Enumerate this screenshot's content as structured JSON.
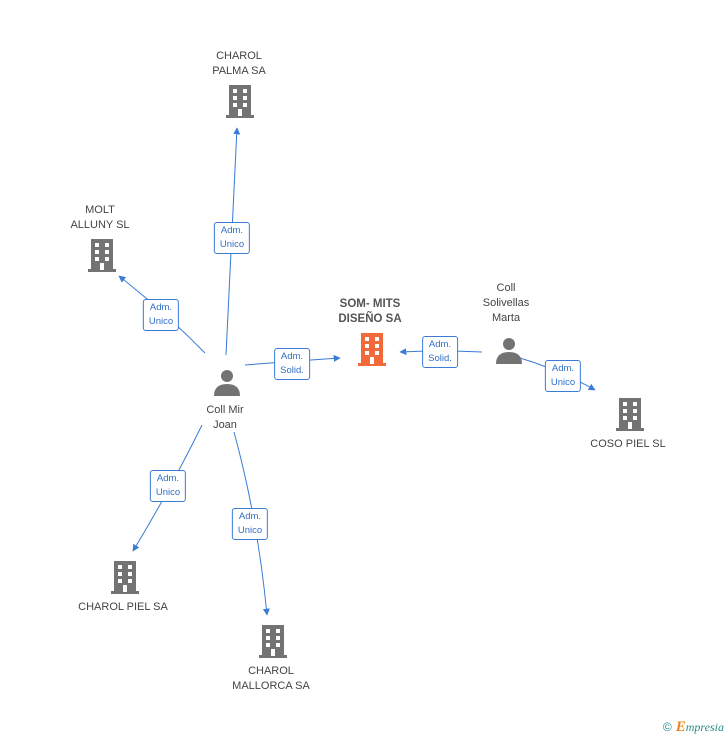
{
  "colors": {
    "company": "#737373",
    "company_main": "#f26a3a",
    "person": "#737373",
    "edge": "#3a7bd5"
  },
  "nodes": {
    "charol_palma": {
      "label": [
        "CHAROL",
        "PALMA SA"
      ],
      "type": "company"
    },
    "molt_alluny": {
      "label": [
        "MOLT",
        "ALLUNY SL"
      ],
      "type": "company"
    },
    "som_mits": {
      "label": [
        "SOM- MITS",
        "DISEÑO SA"
      ],
      "type": "company_main"
    },
    "coll_solivellas": {
      "label": [
        "Coll",
        "Solivellas",
        "Marta"
      ],
      "type": "person"
    },
    "coll_mir": {
      "label": [
        "Coll Mir",
        "Joan"
      ],
      "type": "person"
    },
    "coso_piel": {
      "label": [
        "COSO PIEL SL"
      ],
      "type": "company"
    },
    "charol_piel": {
      "label": [
        "CHAROL PIEL SA"
      ],
      "type": "company"
    },
    "charol_mallorca": {
      "label": [
        "CHAROL",
        "MALLORCA SA"
      ],
      "type": "company"
    }
  },
  "edges": [
    {
      "id": "e1",
      "label": [
        "Adm.",
        "Unico"
      ]
    },
    {
      "id": "e2",
      "label": [
        "Adm.",
        "Unico"
      ]
    },
    {
      "id": "e3",
      "label": [
        "Adm.",
        "Solid."
      ]
    },
    {
      "id": "e4",
      "label": [
        "Adm.",
        "Unico"
      ]
    },
    {
      "id": "e5",
      "label": [
        "Adm.",
        "Unico"
      ]
    },
    {
      "id": "e6",
      "label": [
        "Adm.",
        "Solid."
      ]
    },
    {
      "id": "e7",
      "label": [
        "Adm.",
        "Unico"
      ]
    }
  ],
  "footer": {
    "copyright": "©",
    "brand_first": "E",
    "brand_rest": "mpresia"
  }
}
